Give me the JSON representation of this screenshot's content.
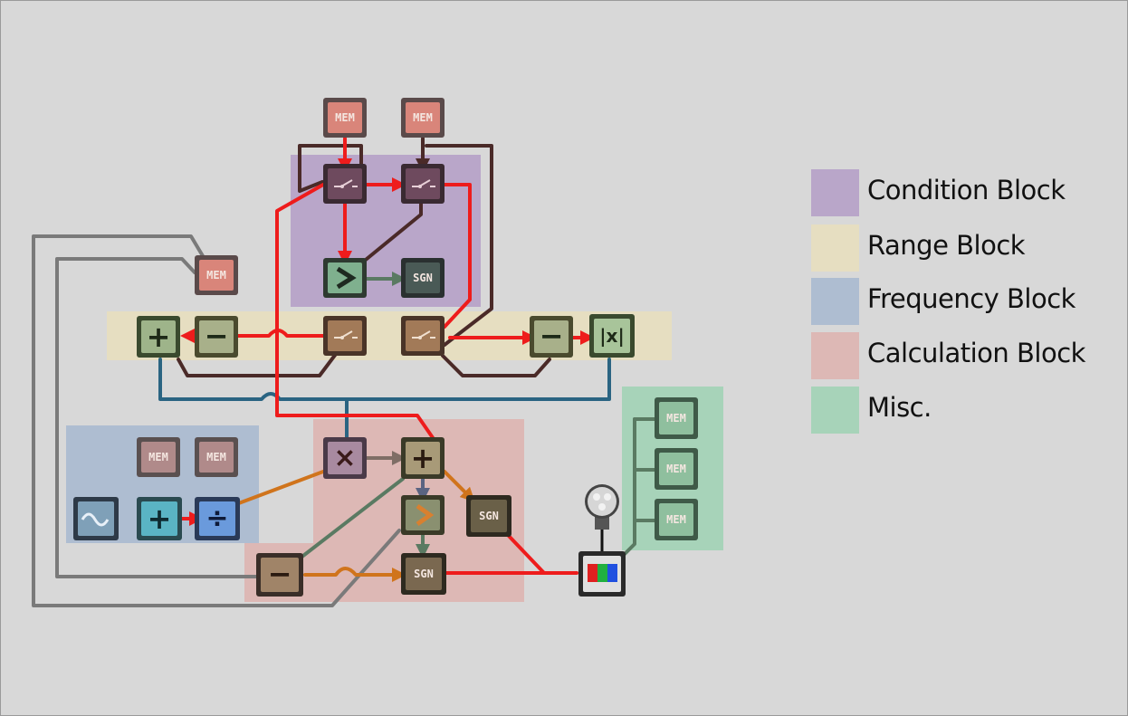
{
  "legend": {
    "items": [
      {
        "label": "Condition Block",
        "color": "#b9a6c9"
      },
      {
        "label": "Range Block",
        "color": "#e6dec1"
      },
      {
        "label": "Frequency Block",
        "color": "#aebdd1"
      },
      {
        "label": "Calculation Block",
        "color": "#ddb8b5"
      },
      {
        "label": "Misc.",
        "color": "#a7d3b9"
      }
    ]
  },
  "components": {
    "mem_label": "MEM",
    "sgn_label": "SGN",
    "add_symbol": "+",
    "subtract_symbol": "−",
    "multiply_symbol": "×",
    "divide_symbol": "÷",
    "greater_symbol": "›",
    "abs_symbol": "|x|"
  },
  "wire_colors": {
    "red": "#ee1c1c",
    "dark_brown": "#4a2a28",
    "gray": "#7a7a7a",
    "blue": "#2a6482",
    "orange": "#d0741c",
    "green": "#5a7a62",
    "muted": "#7f6e66"
  }
}
